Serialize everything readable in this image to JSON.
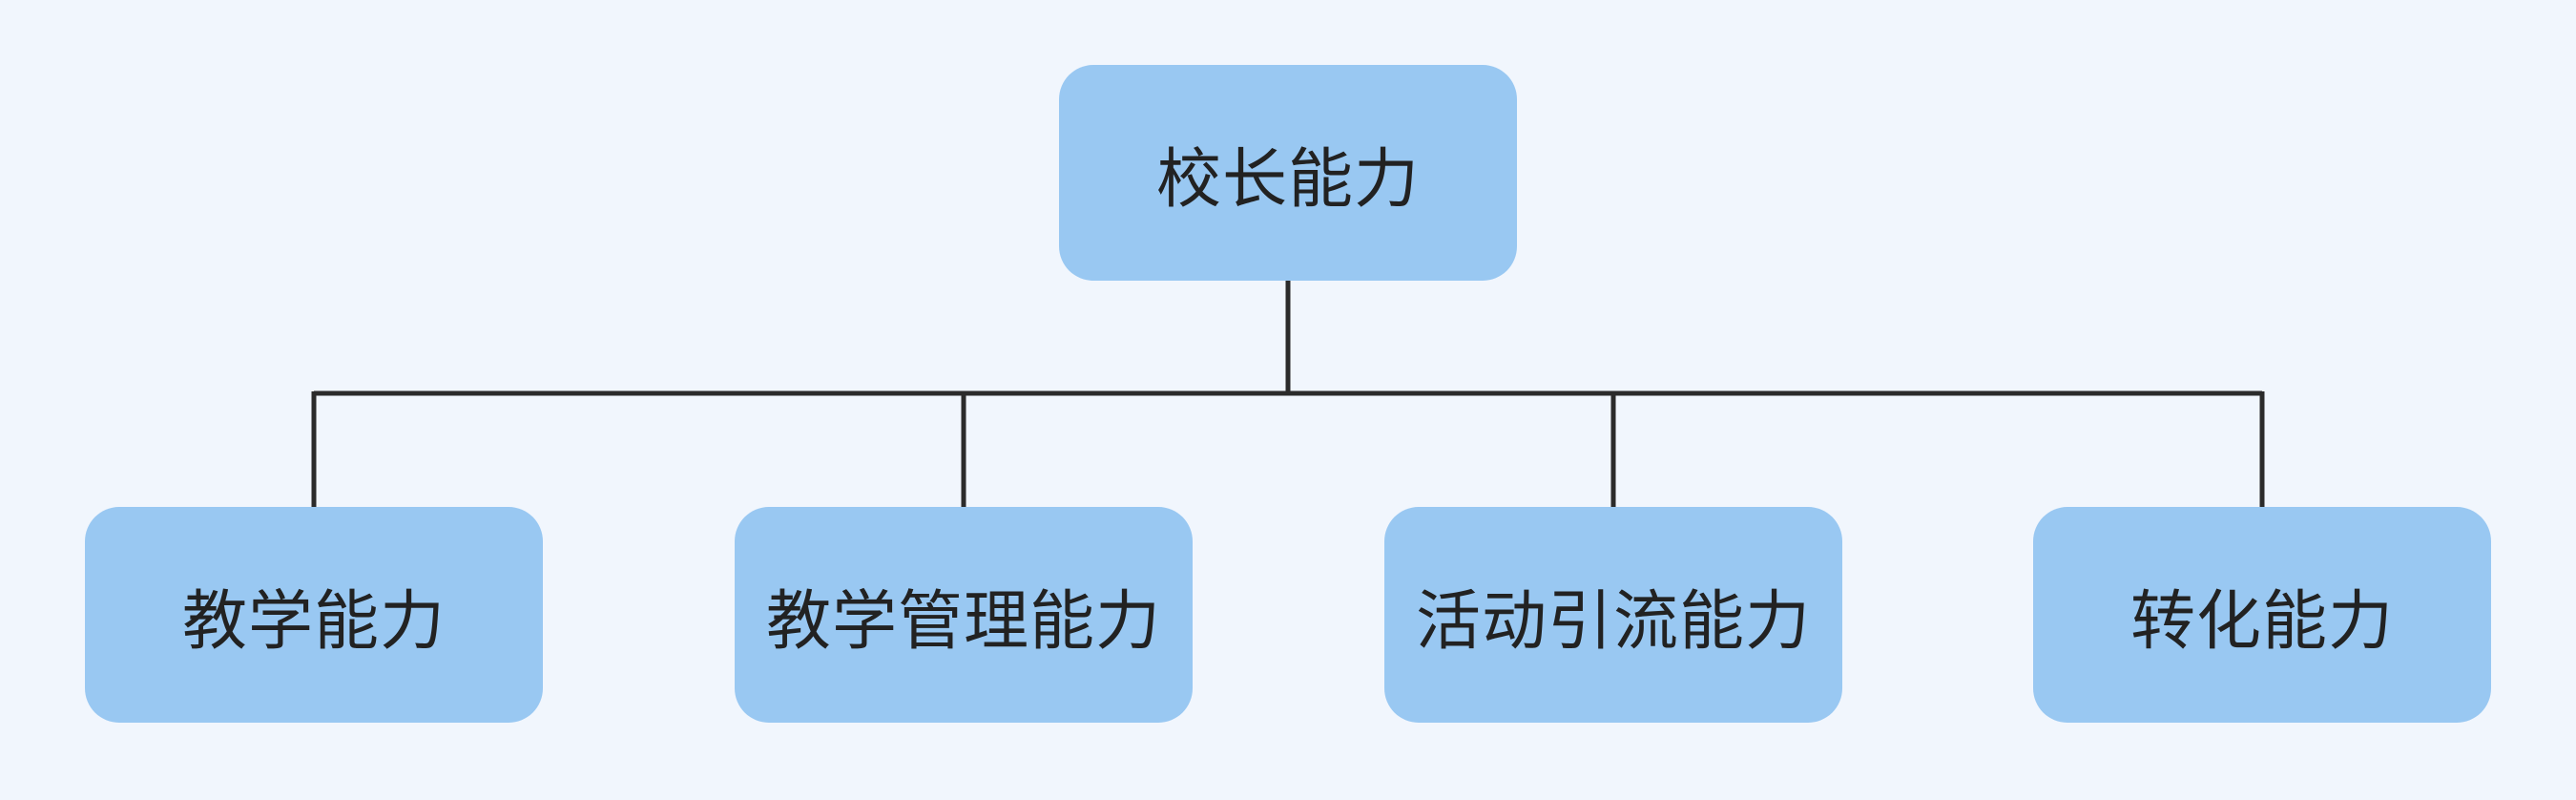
{
  "diagram": {
    "type": "org-tree",
    "colors": {
      "background": "#f1f6fd",
      "node_fill": "#99c8f2",
      "connector": "#2b2b2b",
      "text": "#222222"
    },
    "root": {
      "label": "校长能力"
    },
    "children": [
      {
        "label": "教学能力"
      },
      {
        "label": "教学管理能力"
      },
      {
        "label": "活动引流能力"
      },
      {
        "label": "转化能力"
      }
    ]
  }
}
